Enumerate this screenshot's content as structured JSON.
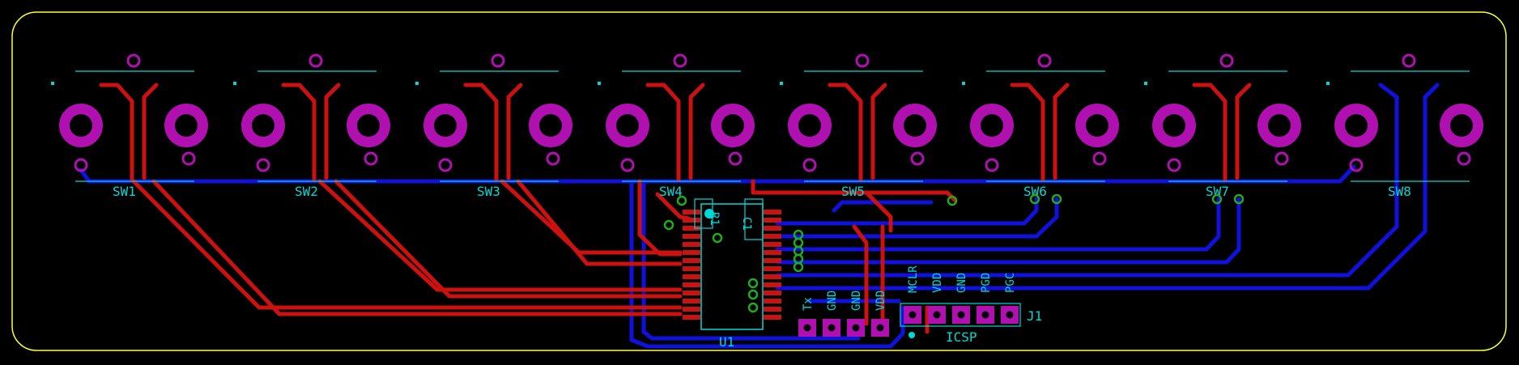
{
  "colors": {
    "background": "#000000",
    "board_outline": "#ffff33",
    "silkscreen": "#00d8d8",
    "top_copper": "#cc1111",
    "bottom_copper": "#1111dd",
    "pad": "#b010b0",
    "via": "#22aa22"
  },
  "switches": [
    {
      "ref": "SW1"
    },
    {
      "ref": "SW2"
    },
    {
      "ref": "SW3"
    },
    {
      "ref": "SW4"
    },
    {
      "ref": "SW5"
    },
    {
      "ref": "SW6"
    },
    {
      "ref": "SW7"
    },
    {
      "ref": "SW8"
    }
  ],
  "ic": {
    "ref": "U1"
  },
  "resistor": {
    "ref": "R1"
  },
  "capacitor": {
    "ref": "C1"
  },
  "header_left_labels": [
    "Tx",
    "GND",
    "GND",
    "VDD"
  ],
  "connector": {
    "ref": "J1",
    "name": "ICSP",
    "pin_labels": [
      "MCLR",
      "VDD",
      "GND",
      "PGD",
      "PGC"
    ]
  }
}
